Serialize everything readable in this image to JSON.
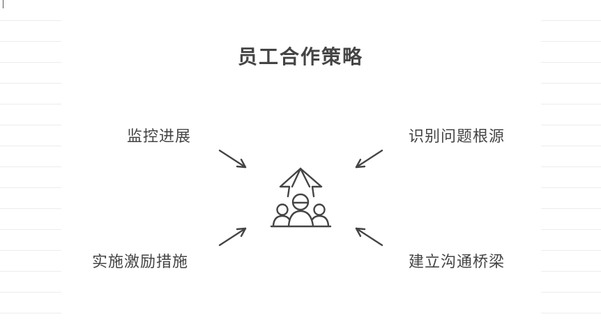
{
  "title": "员工合作策略",
  "nodes": {
    "top_left": "监控进展",
    "top_right": "识别问题根源",
    "bottom_left": "实施激励措施",
    "bottom_right": "建立沟通桥梁"
  },
  "center_icon": "team-growth-icon",
  "colors": {
    "text": "#444444",
    "stroke": "#444444",
    "rule_lines": "#ececec"
  }
}
